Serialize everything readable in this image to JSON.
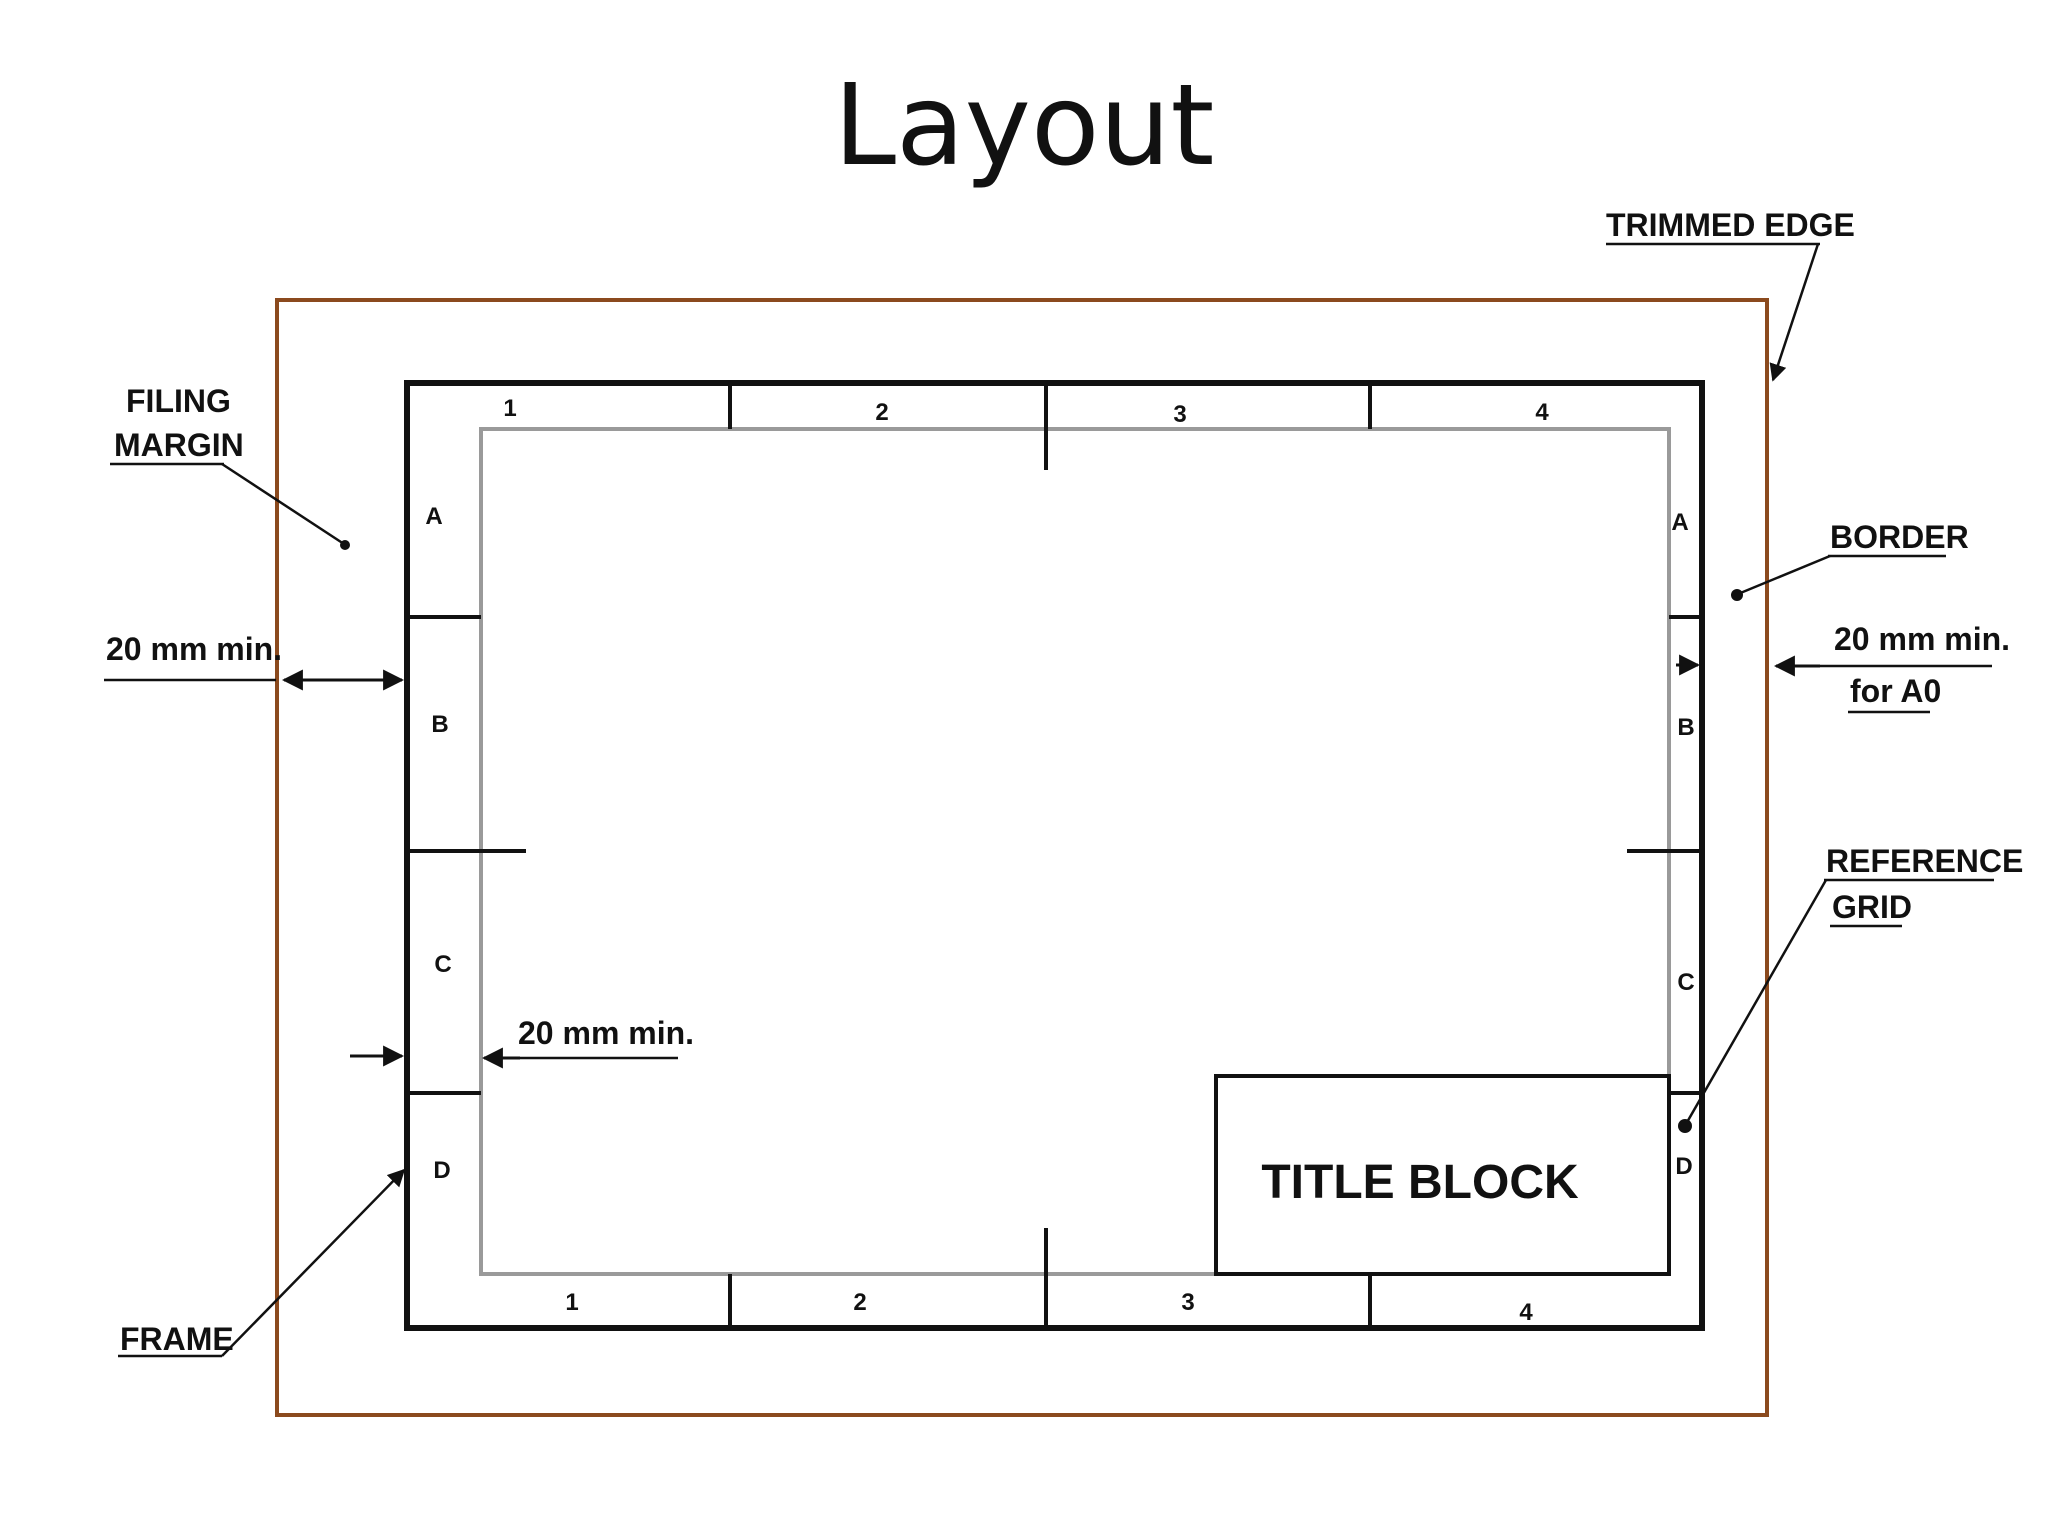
{
  "title": "Layout",
  "labels": {
    "trimmed_edge": "TRIMMED EDGE",
    "filing_margin_line1": "FILING",
    "filing_margin_line2": "MARGIN",
    "border": "BORDER",
    "left_margin": "20 mm min.",
    "right_margin_line1": "20 mm min.",
    "right_margin_line2": "for A0",
    "reference_grid_line1": "REFERENCE",
    "reference_grid_line2": "GRID",
    "inner_margin": "20 mm min.",
    "frame": "FRAME",
    "title_block": "TITLE BLOCK"
  },
  "grid": {
    "columns_top": [
      "1",
      "2",
      "3",
      "4"
    ],
    "columns_bottom": [
      "1",
      "2",
      "3",
      "4"
    ],
    "rows_left": [
      "A",
      "B",
      "C",
      "D"
    ],
    "rows_right": [
      "A",
      "B",
      "C",
      "D"
    ]
  },
  "colors": {
    "trimmed_edge": "#8B4A1E",
    "lines": "#111111",
    "inner_frame": "#9a9a9a"
  }
}
